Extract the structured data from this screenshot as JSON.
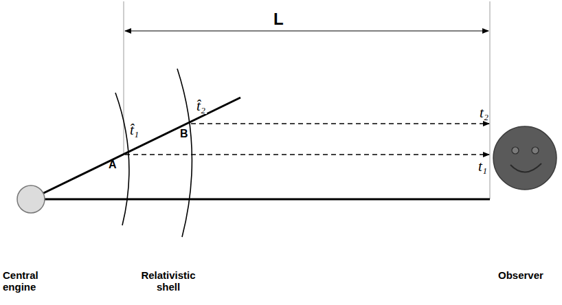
{
  "diagram": {
    "labels": [
      "L",
      "t̂₁",
      "A",
      "t̂₂",
      "B",
      "t₂",
      "t₁",
      "Central engine",
      "Relativistic shell",
      "Observer"
    ]
  }
}
